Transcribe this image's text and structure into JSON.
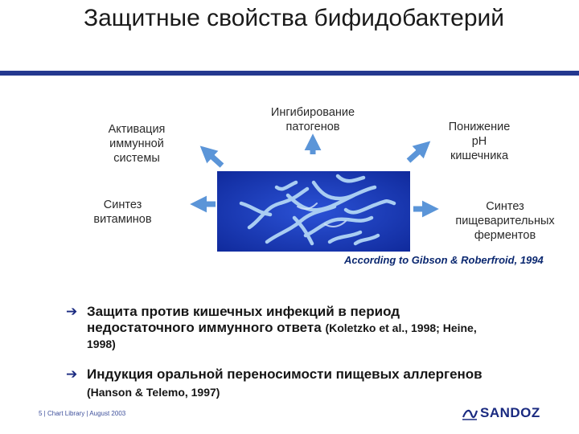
{
  "title": "Защитные свойства бифидобактерий",
  "effects": {
    "immune": [
      "Активация",
      "иммунной",
      "системы"
    ],
    "inhibit": [
      "Ингибирование",
      "патогенов"
    ],
    "ph": [
      "Понижение",
      "pH",
      "кишечника"
    ],
    "vitamins": [
      "Синтез",
      "витаминов"
    ],
    "enzymes": [
      "Синтез",
      "пищеварительных",
      "ферментов"
    ]
  },
  "citation": "According to Gibson & Roberfroid, 1994",
  "bullets": [
    {
      "text_a": "Защита против кишечных инфекций в период",
      "text_b": "недостаточного иммунного ответа",
      "ref_a": "(Koletzko et al., 1998; Heine,",
      "ref_b": "1998)"
    },
    {
      "text_a": "Индукция оральной переносимости пищевых аллергенов",
      "ref_b": "(Hanson & Telemo, 1997)"
    }
  ],
  "footer": "5 | Chart Library | August 2003",
  "brand": "SANDOZ",
  "colors": {
    "accent": "#24388f",
    "arrow": "#5b95d8",
    "micro_bg": "#1d3dc2",
    "bacteria": "#a9cdf2"
  }
}
